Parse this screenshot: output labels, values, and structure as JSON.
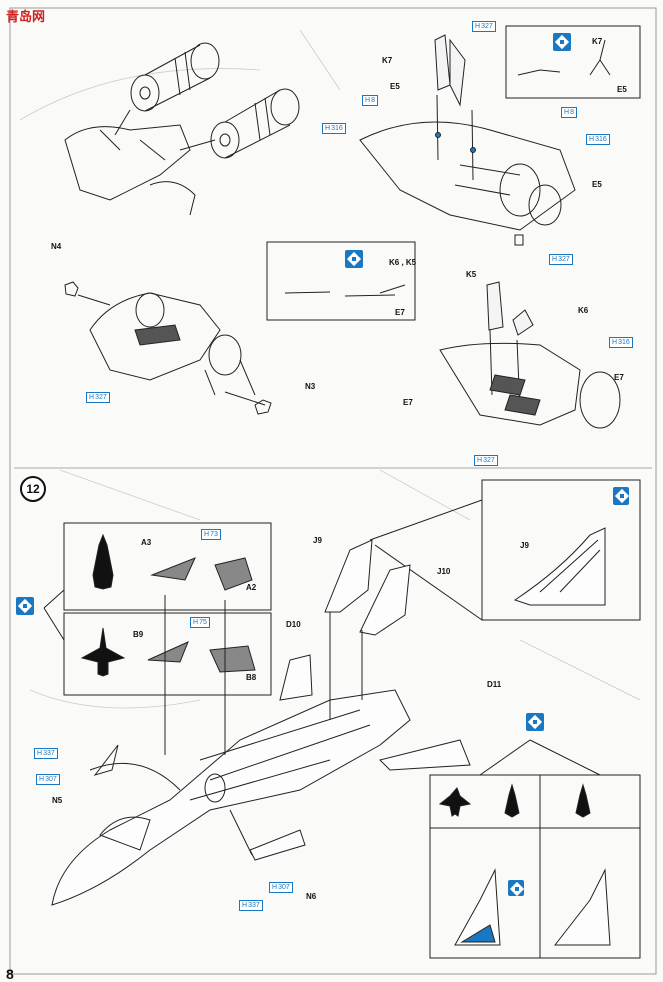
{
  "watermark": "青岛网",
  "page_number": "8",
  "step_number": "12",
  "part_labels": {
    "k7_a": "K7",
    "e5_a": "E5",
    "e5_b": "E5",
    "k7_inset": "K7",
    "e5_inset": "E5",
    "e5_c": "E5",
    "n4": "N4",
    "n3": "N3",
    "k6k5_inset": "K6 , K5",
    "e7_inset": "E7",
    "k5": "K5",
    "k6": "K6",
    "e7_a": "E7",
    "e7_b": "E7",
    "a3": "A3",
    "a2": "A2",
    "b9": "B9",
    "b8": "B8",
    "j9": "J9",
    "j10": "J10",
    "j9_inset": "J9",
    "d10": "D10",
    "d11": "D11",
    "n5": "N5",
    "n6": "N6"
  },
  "color_codes": {
    "h327_a": "327",
    "h8_a": "8",
    "h316_a": "316",
    "h8_b": "8",
    "h316_b": "316",
    "h327_b": "327",
    "h327_c": "327",
    "h316_c": "316",
    "h327_d": "327",
    "h73": "73",
    "h75": "75",
    "h337_a": "337",
    "h307_a": "307",
    "h307_b": "307",
    "h337_b": "337"
  },
  "h_prefix": "H",
  "colors": {
    "paint_code": "#1a78c2",
    "decal_blue": "#1a78c2",
    "part_grey": "#777777"
  }
}
